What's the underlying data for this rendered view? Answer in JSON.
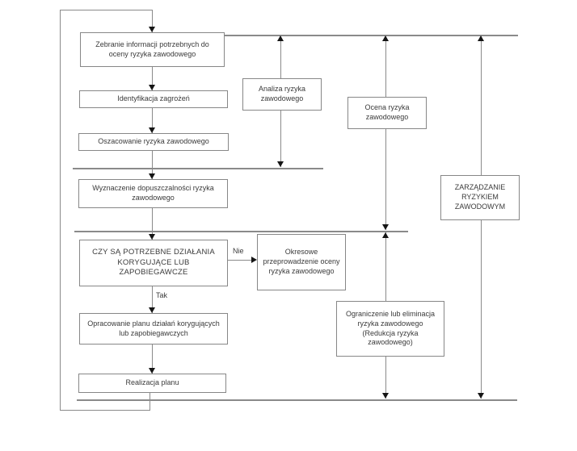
{
  "diagram": {
    "nodes": {
      "zebranie": {
        "label": "Zebranie informacji potrzebnych do oceny ryzyka zawodowego"
      },
      "identyfikacja": {
        "label": "Identyfikacja zagrożeń"
      },
      "oszacowanie": {
        "label": "Oszacowanie ryzyka zawodowego"
      },
      "wyznaczenie": {
        "label": "Wyznaczenie dopuszczalności ryzyka zawodowego"
      },
      "decyzja": {
        "label": "CZY SĄ POTRZEBNE DZIAŁANIA KORYGUJĄCE LUB ZAPOBIEGAWCZE"
      },
      "opracowanie": {
        "label": "Opracowanie planu działań korygujących lub zapobiegawczych"
      },
      "realizacja": {
        "label": "Realizacja planu"
      },
      "analiza": {
        "label": "Analiza ryzyka zawodowego"
      },
      "okresowe": {
        "label": "Okresowe przeprowadzenie oceny ryzyka zawodowego"
      },
      "ocena": {
        "label": "Ocena ryzyka zawodowego"
      },
      "ograniczenie": {
        "label": "Ograniczenie lub eliminacja ryzyka zawodowego (Redukcja ryzyka zawodowego)"
      },
      "zarzadzanie": {
        "label": "ZARZĄDZANIE RYZYKIEM ZAWODOWYM"
      }
    },
    "edge_labels": {
      "no": "Nie",
      "yes": "Tak"
    },
    "colors": {
      "line": "#8a8a8a",
      "box_border": "#878787",
      "box_fill": "#ffffff",
      "text": "#3a3a3a",
      "arrowhead": "#151515",
      "background": "#ffffff"
    }
  }
}
